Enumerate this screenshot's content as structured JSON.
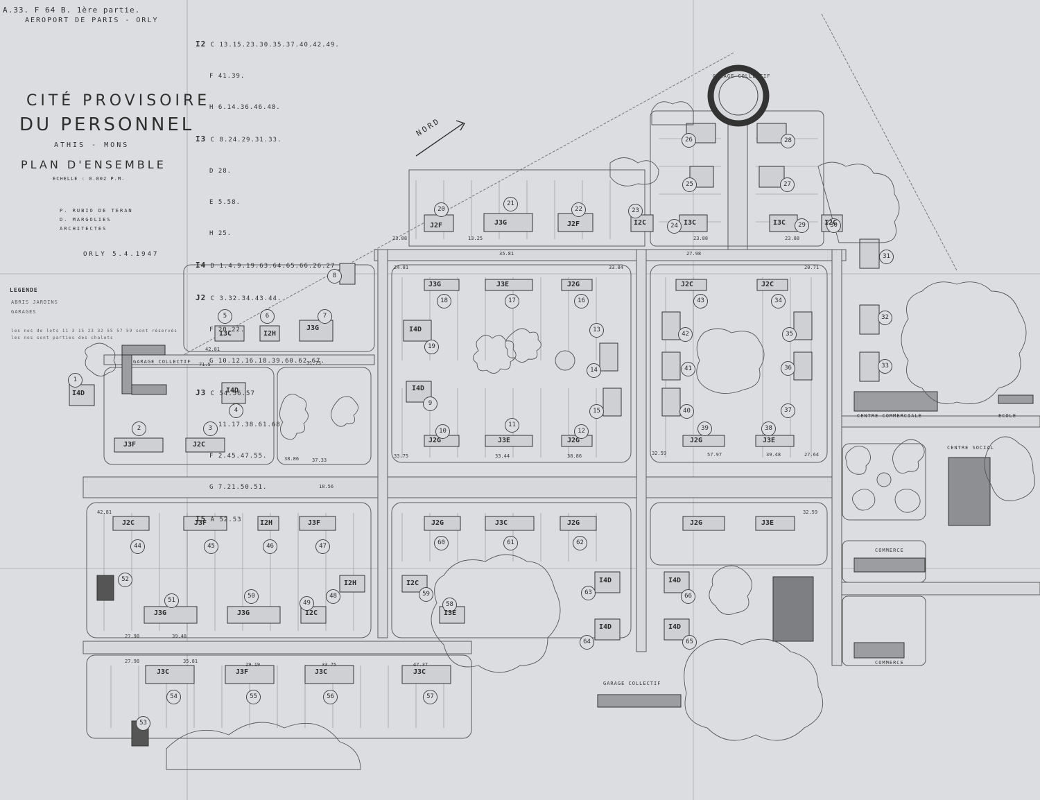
{
  "header": {
    "ref": "A.33. F 64 B. 1ère partie.",
    "airport": "AEROPORT DE PARIS - ORLY",
    "title_line1": "CITÉ PROVISOIRE",
    "title_line2": "DU PERSONNEL",
    "location": "ATHIS - MONS",
    "plan_label": "PLAN D'ENSEMBLE",
    "scale": "ECHELLE : 0.002 P.M.",
    "architects": [
      "P. RUBIO DE TERAN",
      "D. MARGOLIES",
      "ARCHITECTES"
    ],
    "date": "ORLY 5.4.1947"
  },
  "legend": {
    "title": "LEGENDE",
    "items": [
      "ABRIS JARDINS",
      "GARAGES",
      "les nos de lots 11 3 15 23 32 55 57 59 sont réservés",
      "les nos sont parties des chalets"
    ]
  },
  "house_types": [
    {
      "type": "I2",
      "rows": [
        "C 13.15.23.30.35.37.40.42.49.",
        "F 41.39.",
        "H 6.14.36.46.48."
      ]
    },
    {
      "type": "I3",
      "rows": [
        "C 8.24.29.31.33.",
        "D 28.",
        "E 5.58.",
        "H 25."
      ]
    },
    {
      "type": "I4",
      "rows": [
        "D 1.4.9.19.63.64.65.66.26.27"
      ]
    },
    {
      "type": "J2",
      "rows": [
        "C 3.32.34.43.44.",
        "F 20.22.",
        "G 10.12.16.18.39.60.62.67."
      ]
    },
    {
      "type": "J3",
      "rows": [
        "C 54.56.57",
        "E 11.17.38.61.68",
        "F 2.45.47.55.",
        "G 7.21.50.51."
      ]
    },
    {
      "type": "I5",
      "rows": [
        "A 52.53"
      ]
    }
  ],
  "north": "NORD",
  "facilities": {
    "garage_top": "GARAGE COLLECTIF",
    "garage_left": "GARAGE COLLECTIF",
    "garage_bottom": "GARAGE COLLECTIF",
    "centre": "CENTRE COMMERCIALE",
    "commerce1": "COMMERCE",
    "commerce2": "COMMERCE",
    "ecole": "ECOLE",
    "centre_social": "CENTRE SOCIAL"
  },
  "lots": [
    "1",
    "2",
    "3",
    "4",
    "5",
    "6",
    "7",
    "8",
    "9",
    "10",
    "11",
    "12",
    "13",
    "14",
    "15",
    "16",
    "17",
    "18",
    "19",
    "20",
    "21",
    "22",
    "23",
    "24",
    "25",
    "26",
    "27",
    "28",
    "29",
    "30",
    "31",
    "32",
    "33",
    "34",
    "35",
    "36",
    "37",
    "38",
    "39",
    "40",
    "41",
    "42",
    "43",
    "44",
    "45",
    "46",
    "47",
    "48",
    "49",
    "50",
    "51",
    "52",
    "53",
    "54",
    "55",
    "56",
    "57",
    "58",
    "59",
    "60",
    "61",
    "62",
    "63",
    "64",
    "65",
    "66"
  ],
  "house_labels": [
    "J3F",
    "J3G",
    "J2F",
    "I2C",
    "I3C",
    "J2C",
    "I4D",
    "I2H",
    "J3E",
    "I3E",
    "J2G",
    "J3C",
    "I5A"
  ],
  "dimensions": [
    "23.88",
    "13.25",
    "35.81",
    "27.98",
    "71.5",
    "42.81",
    "24.81",
    "20.71",
    "33.84",
    "31.75",
    "37.33",
    "33.75",
    "33.44",
    "38.86",
    "32.59",
    "57.97",
    "39.48",
    "27.64",
    "18.56",
    "29.19",
    "47.37"
  ]
}
